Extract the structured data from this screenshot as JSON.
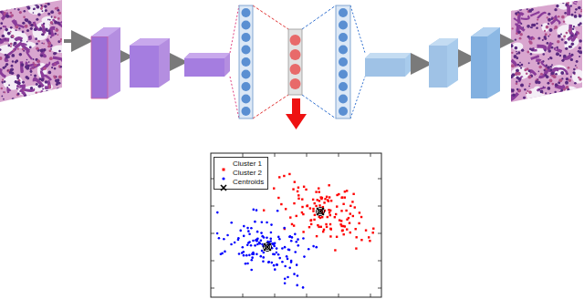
{
  "diagram": {
    "legend": [
      {
        "text": "Cluster 1",
        "color": "#ff0000"
      },
      {
        "text": "Cluster 2",
        "color": "#0000ff"
      },
      {
        "text": "Centroids"
      }
    ]
  }
}
